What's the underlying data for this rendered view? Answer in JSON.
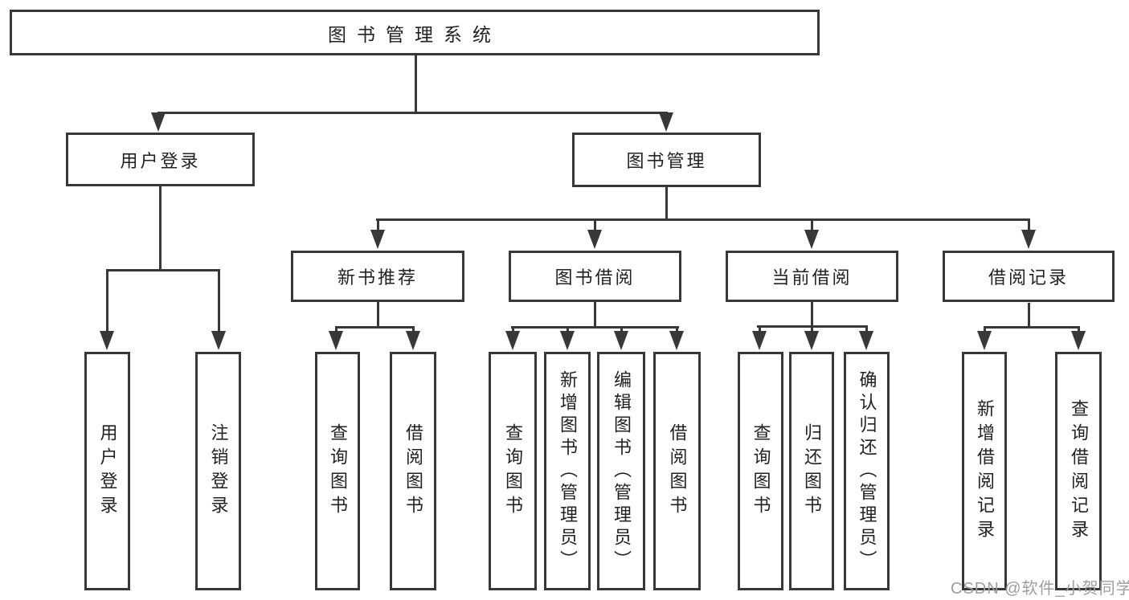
{
  "tree": {
    "label": "图书管理系统",
    "children": [
      {
        "label": "用户登录",
        "children": [
          {
            "label": "用户登录"
          },
          {
            "label": "注销登录"
          }
        ]
      },
      {
        "label": "图书管理",
        "children": [
          {
            "label": "新书推荐",
            "children": [
              {
                "label": "查询图书"
              },
              {
                "label": "借阅图书"
              }
            ]
          },
          {
            "label": "图书借阅",
            "children": [
              {
                "label": "查询图书"
              },
              {
                "label": "新增图书（管理员）"
              },
              {
                "label": "编辑图书（管理员）"
              },
              {
                "label": "借阅图书"
              }
            ]
          },
          {
            "label": "当前借阅",
            "children": [
              {
                "label": "查询图书"
              },
              {
                "label": "归还图书"
              },
              {
                "label": "确认归还（管理员）"
              }
            ]
          },
          {
            "label": "借阅记录",
            "children": [
              {
                "label": "新增借阅记录"
              },
              {
                "label": "查询借阅记录"
              }
            ]
          }
        ]
      }
    ]
  },
  "watermark": "CSDN @软件_小贺同学",
  "colors": {
    "line": "#383838",
    "text": "#222222",
    "watermark": "#9e9e9e",
    "background": "#ffffff"
  }
}
